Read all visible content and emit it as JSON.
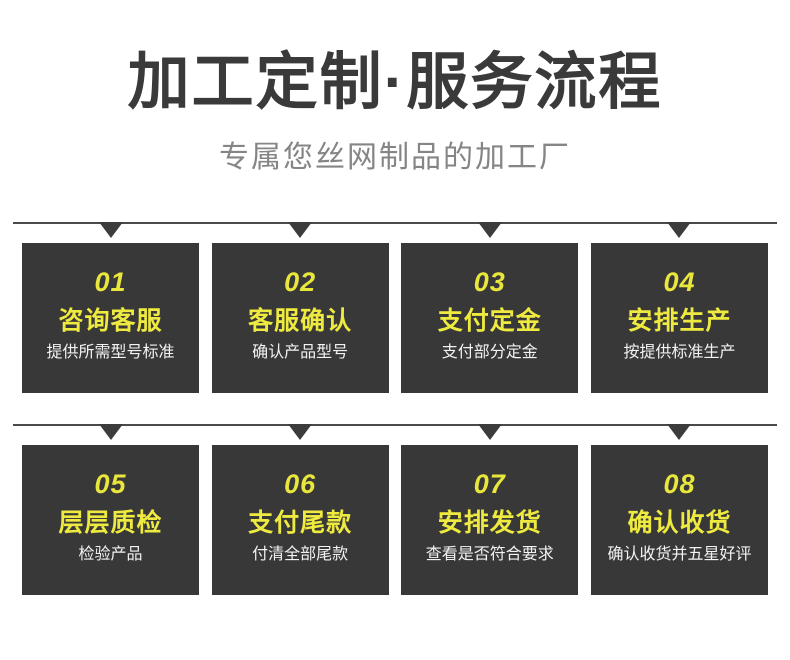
{
  "header": {
    "title": "加工定制·服务流程",
    "subtitle": "专属您丝网制品的加工厂",
    "title_color": "#3a3a3a",
    "subtitle_color": "#858585"
  },
  "theme": {
    "card_background": "#383838",
    "accent_yellow": "#eeea3f",
    "number_yellow": "#e9e63c",
    "desc_color": "#f2f2f2",
    "line_color": "#4a4a4a",
    "page_background": "#ffffff"
  },
  "rows": [
    {
      "cards": [
        {
          "number": "01",
          "title": "咨询客服",
          "desc": "提供所需型号标准"
        },
        {
          "number": "02",
          "title": "客服确认",
          "desc": "确认产品型号"
        },
        {
          "number": "03",
          "title": "支付定金",
          "desc": "支付部分定金"
        },
        {
          "number": "04",
          "title": "安排生产",
          "desc": "按提供标准生产"
        }
      ]
    },
    {
      "cards": [
        {
          "number": "05",
          "title": "层层质检",
          "desc": "检验产品"
        },
        {
          "number": "06",
          "title": "支付尾款",
          "desc": "付清全部尾款"
        },
        {
          "number": "07",
          "title": "安排发货",
          "desc": "查看是否符合要求"
        },
        {
          "number": "08",
          "title": "确认收货",
          "desc": "确认收货并五星好评"
        }
      ]
    }
  ]
}
